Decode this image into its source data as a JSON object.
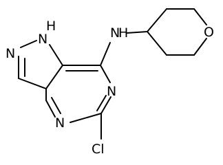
{
  "molecule": {
    "atoms": [
      {
        "id": "n_h1",
        "label": "N"
      },
      {
        "id": "h_h1",
        "label": "H"
      },
      {
        "id": "n2",
        "label": "N"
      },
      {
        "id": "n_amine",
        "label": "N"
      },
      {
        "id": "h_amine",
        "label": "H"
      },
      {
        "id": "n_pyr_right",
        "label": "N"
      },
      {
        "id": "n_pyr_bottom",
        "label": "N"
      },
      {
        "id": "cl",
        "label": "Cl"
      },
      {
        "id": "o",
        "label": "O"
      }
    ]
  }
}
